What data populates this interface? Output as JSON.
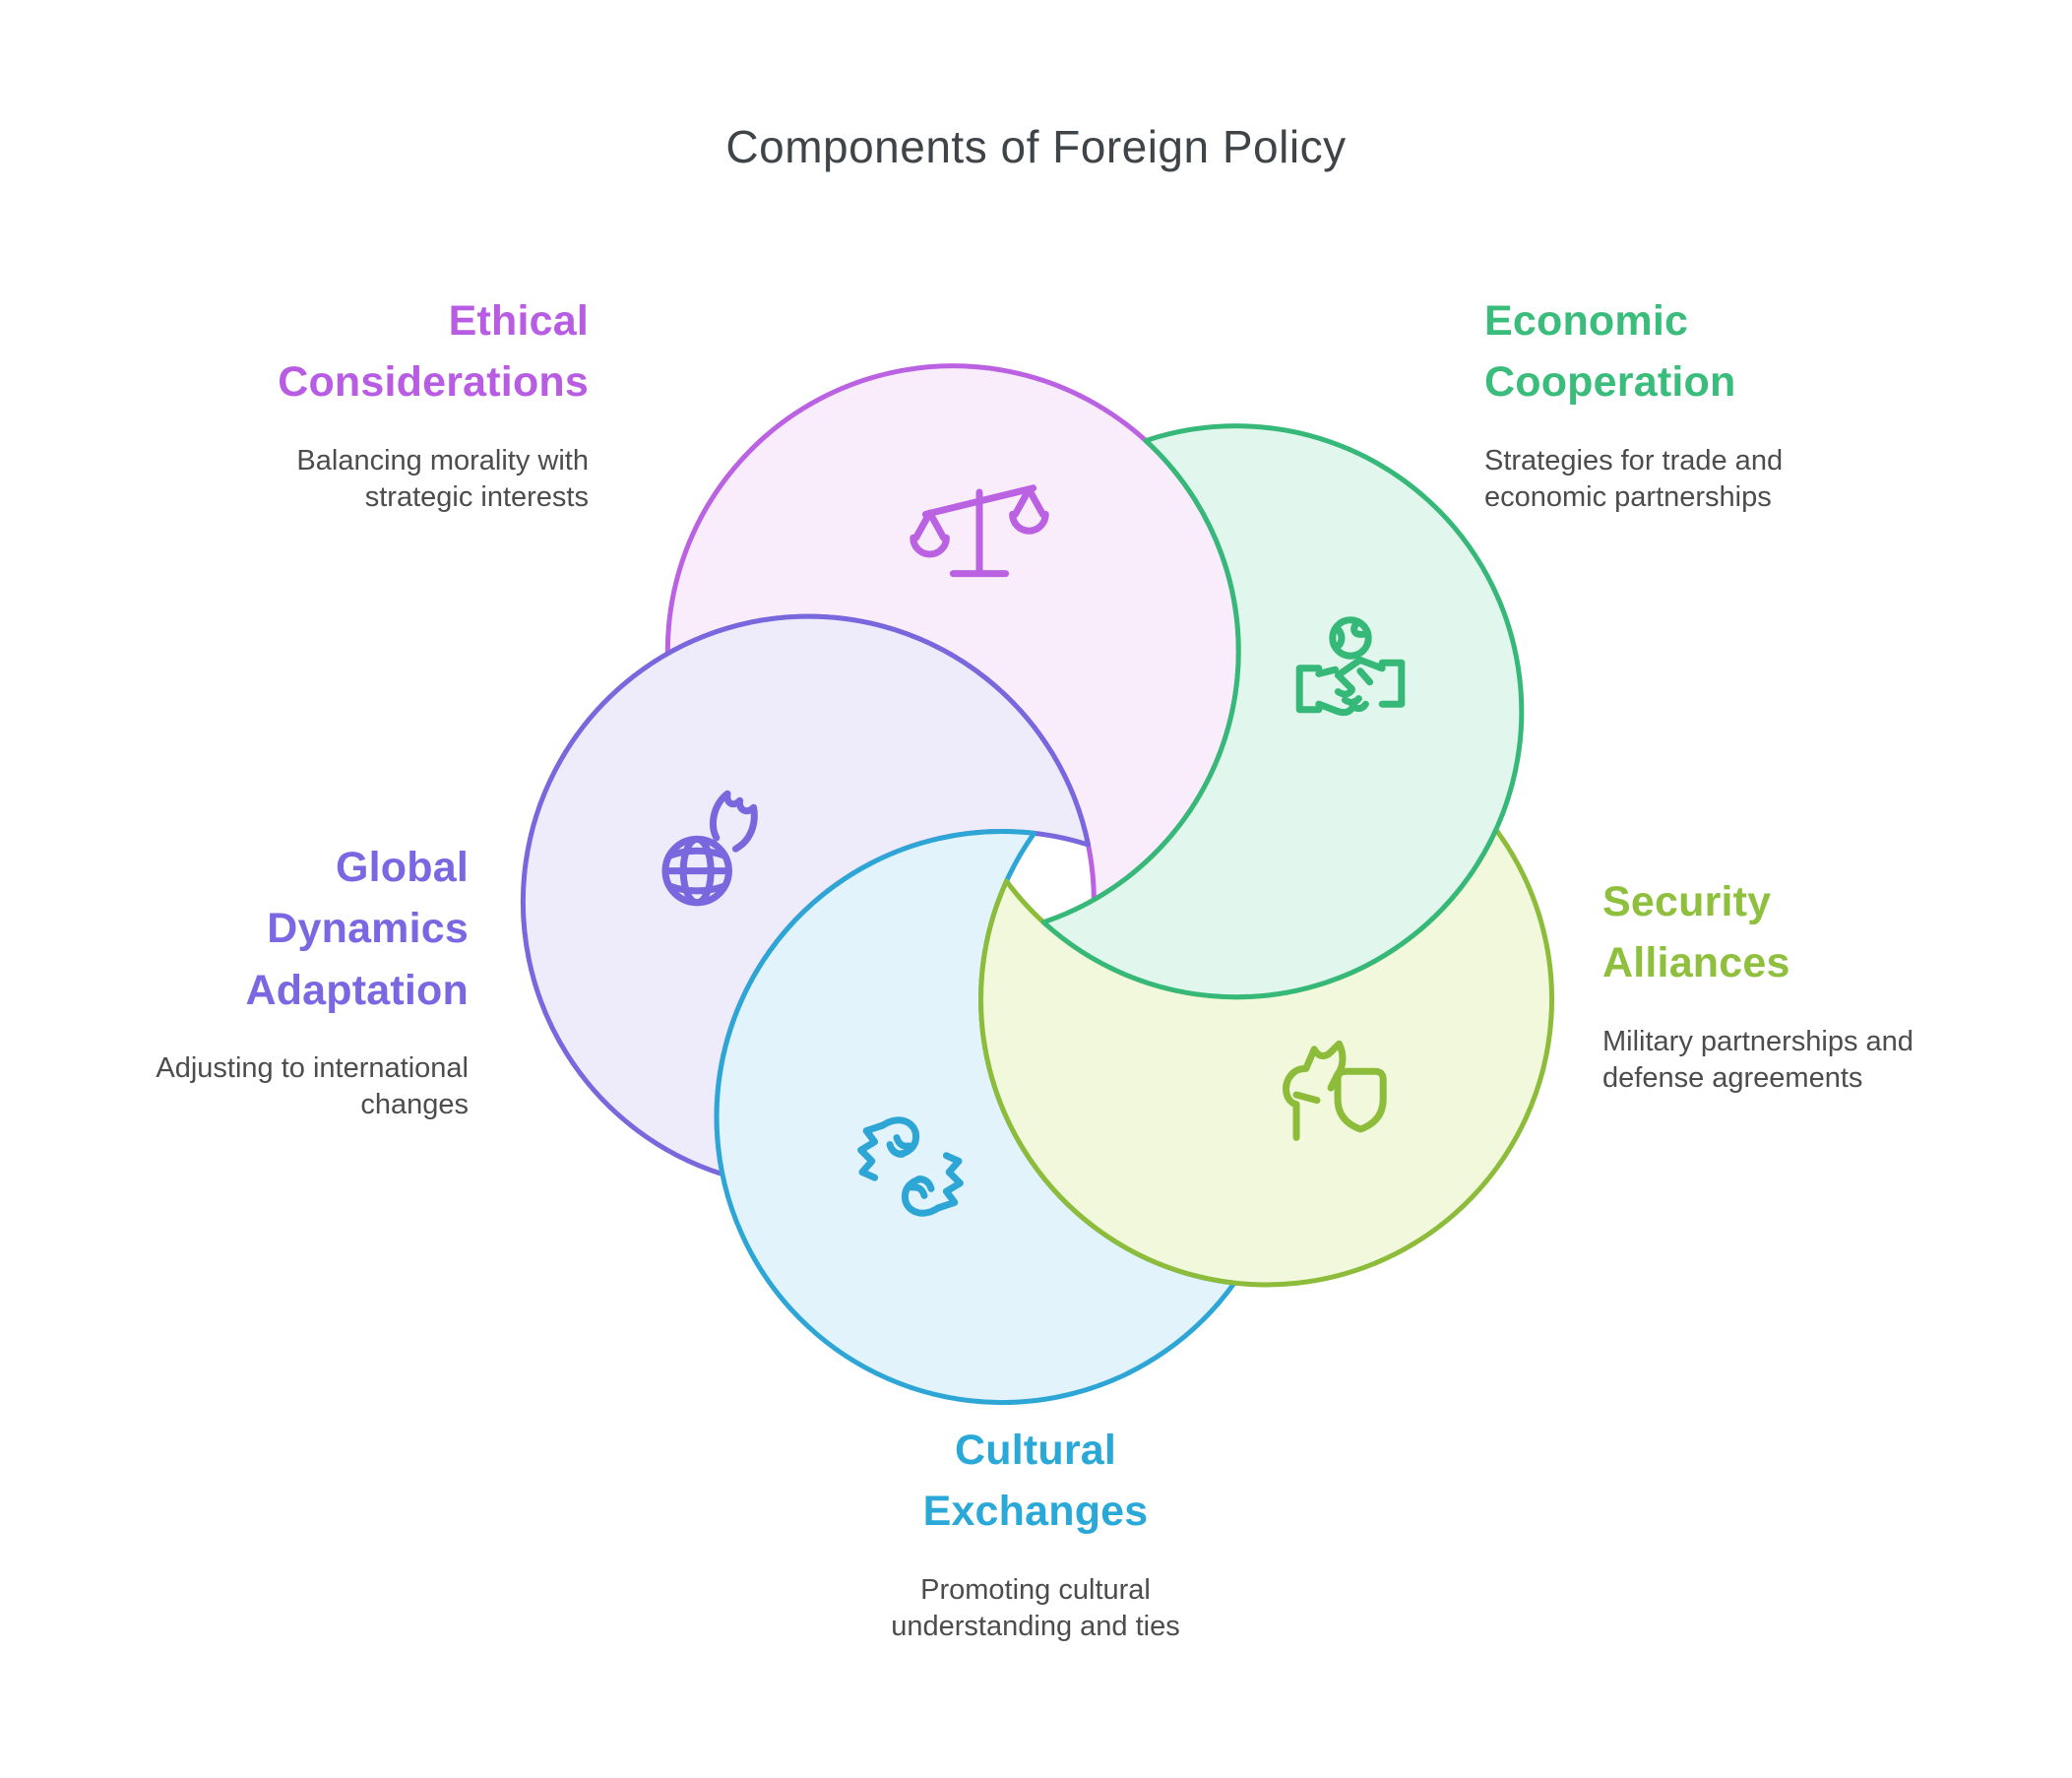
{
  "title": "Components of Foreign Policy",
  "sections": [
    {
      "id": "ethical",
      "heading": "Ethical\nConsiderations",
      "description": "Balancing morality with\nstrategic interests",
      "icon": "scales-of-justice",
      "colors": {
        "heading": "#b85ce4",
        "stroke": "#bb62e3",
        "fill": "#f9edfb"
      }
    },
    {
      "id": "economic",
      "heading": "Economic\nCooperation",
      "description": "Strategies for trade and\neconomic partnerships",
      "icon": "handshake-globe",
      "colors": {
        "heading": "#3abc7b",
        "stroke": "#35b878",
        "fill": "#e1f6ec"
      }
    },
    {
      "id": "security",
      "heading": "Security\nAlliances",
      "description": "Military partnerships and\ndefense agreements",
      "icon": "guard-dog-shield",
      "colors": {
        "heading": "#8ec03d",
        "stroke": "#8cbc3a",
        "fill": "#f1f8db"
      }
    },
    {
      "id": "cultural",
      "heading": "Cultural\nExchanges",
      "description": "Promoting cultural\nunderstanding and ties",
      "icon": "hands-together",
      "colors": {
        "heading": "#2aa9d8",
        "stroke": "#2da6d6",
        "fill": "#e2f3fc"
      }
    },
    {
      "id": "global",
      "heading": "Global\nDynamics\nAdaptation",
      "description": "Adjusting to international\nchanges",
      "icon": "globe-flame",
      "colors": {
        "heading": "#7a67e1",
        "stroke": "#7967de",
        "fill": "#eeecfb"
      }
    }
  ]
}
